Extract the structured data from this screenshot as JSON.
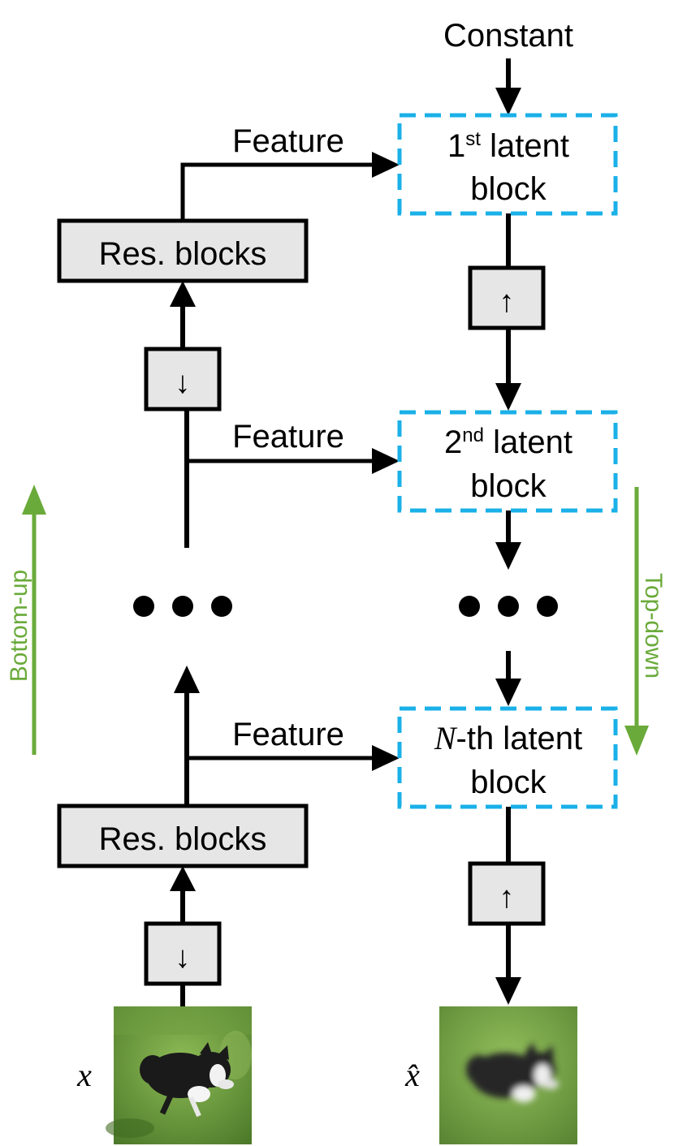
{
  "top_input": "Constant",
  "encoder": {
    "res_block_label": "Res. blocks",
    "downsample_symbol": "↓",
    "feature_label": "Feature"
  },
  "decoder": {
    "latent_1": {
      "num": "1",
      "sup": "st",
      "rest": " latent",
      "line2": "block"
    },
    "latent_2": {
      "num": "2",
      "sup": "nd",
      "rest": " latent",
      "line2": "block"
    },
    "latent_n": {
      "math": "N",
      "rest": "-th latent",
      "line2": "block"
    },
    "upsample_symbol": "↑"
  },
  "side_labels": {
    "bottom_up": "Bottom-up",
    "top_down": "Top-down"
  },
  "images": {
    "input_label": "x",
    "output_label": "x̂"
  },
  "colors": {
    "latent_border": "#1ab0e8",
    "process_fill": "#e6e6e6",
    "flow_arrow": "#6aaa3a",
    "grass_dark": "#4e7a2a",
    "grass_light": "#7fae48"
  }
}
